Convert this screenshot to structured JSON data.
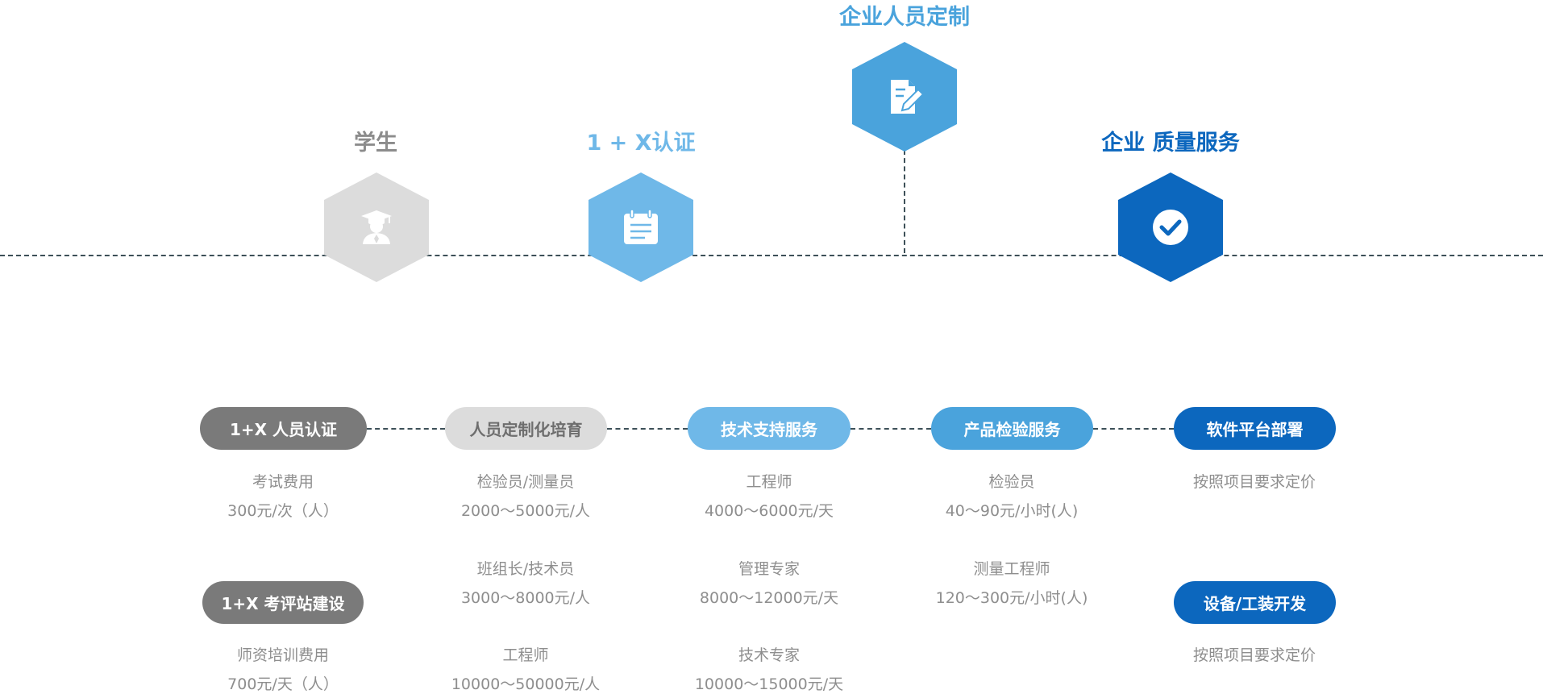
{
  "stages": [
    {
      "label": "学生",
      "color": "#8c8c8c",
      "hex_color": "#dcdcdc",
      "icon": "graduate-icon"
    },
    {
      "label": "1 + X认证",
      "color": "#6fb8e8",
      "hex_color": "#6fb8e8",
      "icon": "calendar-icon"
    },
    {
      "label": "企业人员定制",
      "color": "#4aa3dc",
      "hex_color": "#4aa3dc",
      "icon": "document-edit-icon"
    },
    {
      "label": "企业 质量服务",
      "color": "#0c67be",
      "hex_color": "#0c67be",
      "icon": "check-circle-icon"
    }
  ],
  "services": [
    {
      "pill": "1+X 人员认证",
      "pill_color": "#7a7a7a",
      "items": [
        {
          "title": "考试费用",
          "price": "300元/次（人）"
        }
      ],
      "pill2": "1+X 考评站建设",
      "pill2_color": "#7a7a7a",
      "items2": [
        {
          "title": "师资培训费用",
          "price": "700元/天（人）"
        }
      ]
    },
    {
      "pill": "人员定制化培育",
      "pill_color": "#dcdcdc",
      "pill_text_color": "#6e6e6e",
      "items": [
        {
          "title": "检验员/测量员",
          "price": "2000～5000元/人"
        },
        {
          "title": "班组长/技术员",
          "price": "3000～8000元/人"
        },
        {
          "title": "工程师",
          "price": "10000～50000元/人"
        }
      ]
    },
    {
      "pill": "技术支持服务",
      "pill_color": "#6fb8e8",
      "items": [
        {
          "title": "工程师",
          "price": "4000～6000元/天"
        },
        {
          "title": "管理专家",
          "price": "8000～12000元/天"
        },
        {
          "title": "技术专家",
          "price": "10000～15000元/天"
        }
      ]
    },
    {
      "pill": "产品检验服务",
      "pill_color": "#4aa3dc",
      "items": [
        {
          "title": "检验员",
          "price": "40～90元/小时(人)"
        },
        {
          "title": "测量工程师",
          "price": "120～300元/小时(人)"
        }
      ]
    },
    {
      "pill": "软件平台部署",
      "pill_color": "#0c67be",
      "items": [
        {
          "title": "按照项目要求定价"
        }
      ],
      "pill2": "设备/工装开发",
      "pill2_color": "#0c67be",
      "items2": [
        {
          "title": "按照项目要求定价"
        }
      ]
    }
  ]
}
